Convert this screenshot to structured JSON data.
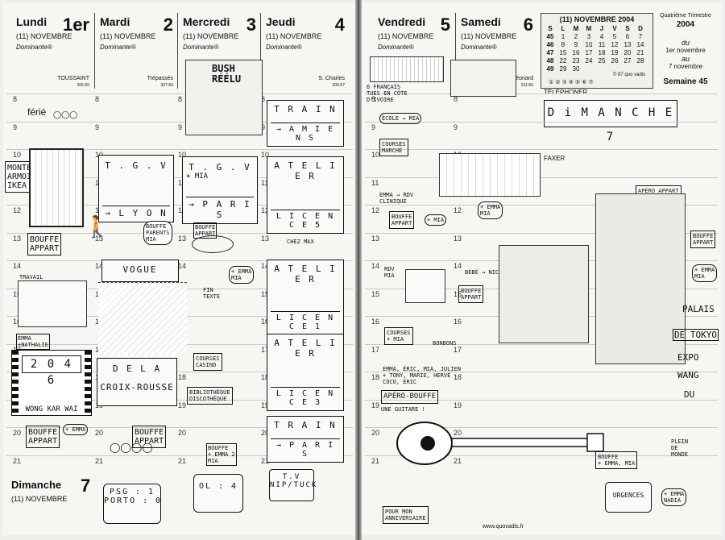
{
  "left": {
    "days": [
      {
        "name": "Lundi",
        "num": "1er",
        "month": "(11) NOVEMBRE",
        "dominante": "Dominante®",
        "saint": "TOUSSAINT",
        "code": "306-60"
      },
      {
        "name": "Mardi",
        "num": "2",
        "month": "(11) NOVEMBRE",
        "dominante": "Dominante®",
        "saint": "Trépassés",
        "code": "307-59"
      },
      {
        "name": "Mercredi",
        "num": "3",
        "month": "(11) NOVEMBRE",
        "dominante": "Dominante®",
        "saint": "",
        "code": ""
      },
      {
        "name": "Jeudi",
        "num": "4",
        "month": "(11) NOVEMBRE",
        "dominante": "Dominante®",
        "saint": "S. Charles",
        "code": "309-57"
      }
    ],
    "ferie": "férié",
    "sunday": {
      "name": "Dimanche",
      "num": "7",
      "month": "(11) NOVEMBRE"
    },
    "notes": {
      "monter": "MONTER\nARMOIRE\nIKEA",
      "bouffe1": "BOUFFE\nAPPART",
      "travail": "TRAVAIL",
      "emma": "EMMA\n+NATHALIE",
      "film": "2 0 4 6",
      "wong": "WONG KAR WAI",
      "bouffe2": "BOUFFE\nAPPART",
      "plusemma": "+ EMMA",
      "tgv1": "T . G . V",
      "lyon": "→ L Y O N",
      "bouffe_parents": "BOUFFE\nPARENTS\nMIA",
      "vogue": "VOGUE",
      "de_la": "D E   L A",
      "croix": "CROIX-ROUSSE",
      "bouffe_appart": "BOUFFE\nAPPART",
      "bush": "BUSH\nRÉÉLU",
      "tgv2": "T . G . V",
      "mia": "+ MIA",
      "paris1": "→ P A R I S",
      "bouffe3": "BOUFFE\nAPPART",
      "emma_mia": "+ EMMA\nMIA",
      "fin_texte": "FIN\nTEXTE",
      "courses_casino": "COURSES\nCASINO",
      "biblio": "BIBLIOTHÈQUE\nDISCOTHÈQUE",
      "bouffe_emma2": "BOUFFE\n+ EMMA 2\nMIA",
      "train1": "T R A I N",
      "amiens": "→ A M I E N S",
      "atelier1": "A T E L I E R",
      "licence5": "L I C E N C E  5",
      "chez_max": "CHEZ MAX",
      "atelier2": "A T E L I E R",
      "licence1": "L I C E N C E  1",
      "atelier3": "A T E L I E R",
      "licence3": "L I C E N C E  3",
      "train2": "T R A I N",
      "paris2": "→ P A R I S",
      "psg": "PSG : 1\nPORTO : 0",
      "ol": "OL : 4",
      "tv": "T.V\nNIP/TUCK"
    },
    "hours": [
      "8",
      "9",
      "10",
      "11",
      "12",
      "13",
      "14",
      "15",
      "16",
      "17",
      "18",
      "19",
      "20",
      "21"
    ]
  },
  "right": {
    "days": [
      {
        "name": "Vendredi",
        "num": "5",
        "month": "(11) NOVEMBRE",
        "dominante": "Dominante®"
      },
      {
        "name": "Samedi",
        "num": "6",
        "month": "(11) NOVEMBRE",
        "dominante": "Dominante®",
        "saint": "Léonard",
        "code": "311-55"
      }
    ],
    "calendar": {
      "title": "(11) NOVEMBRE 2004",
      "head": [
        "S",
        "L",
        "M",
        "M",
        "J",
        "V",
        "S",
        "D"
      ],
      "rows": [
        [
          "45",
          "1",
          "2",
          "3",
          "4",
          "5",
          "6",
          "7"
        ],
        [
          "46",
          "8",
          "9",
          "10",
          "11",
          "12",
          "13",
          "14"
        ],
        [
          "47",
          "15",
          "16",
          "17",
          "18",
          "19",
          "20",
          "21"
        ],
        [
          "48",
          "22",
          "23",
          "24",
          "25",
          "26",
          "27",
          "28"
        ],
        [
          "49",
          "29",
          "30",
          "",
          "",
          "",
          "",
          ""
        ]
      ],
      "moons": "① ② ③ ④ ⑤ ⑥ ⑦",
      "copyright": "© 87 quo vadis"
    },
    "trimestre": "Quatrième Trimestre",
    "year": "2004",
    "du": "du",
    "du_date": "1er novembre",
    "au": "au",
    "au_date": "7 novembre",
    "semaine": "Semaine 45",
    "telephoner": "TÉLÉPHONER",
    "faxer": "FAXER",
    "dimanche7": "D i M A N C H E   7",
    "notes": {
      "francais": "6 FRANÇAIS\nTUÉS EN CÔTE\nD'IVOIRE",
      "ecole": "ÉCOLE → MIA",
      "courses_marche": "COURSES\nMARCHÉ",
      "emma_rdv": "EMMA → RDV\nCLINIQUE",
      "bouffe_appart": "BOUFFE\nAPPART",
      "mia": "+ MIA",
      "emma_mia": "+ EMMA\nMIA",
      "rdv_mia": "RDV\nMIA",
      "bebe": "BÉBÉ → NICOLE",
      "bouffe2": "BOUFFE\nAPPART",
      "courses_mia": "COURSES\n+ MIA",
      "bonbons": "BONBONS",
      "emma_list": "EMMA, ÉRIC, MIA, JULIEN\n+ TONY, MARIE, HERVÉ\nCOCO, ÉRIC",
      "apero_bouffe": "APÉRO-BOUFFE",
      "guitare": "UNE GUITARE !",
      "anniv": "POUR MON\nANNIVERSAIRE",
      "apero_appart": "APÉRO APPART\n+ JEAN K.\nRENÉE",
      "bouffe_appart2": "BOUFFE\nAPPART",
      "emma_mia2": "+ EMMA\nMIA",
      "palais": "PALAIS",
      "de_tokyo": "DE TOKYO",
      "expo": "EXPO",
      "wang": "WANG",
      "du": "DU",
      "bouffe_emma": "BOUFFE\n+ EMMA, MIA",
      "urgences": "URGENCES",
      "emma_nadia": "+ EMMA\nNADIA",
      "plein": "PLEIN\nDE\nMONDE"
    },
    "hours": [
      "8",
      "9",
      "10",
      "11",
      "12",
      "13",
      "14",
      "15",
      "16",
      "17",
      "18",
      "19",
      "20",
      "21"
    ]
  },
  "footer": {
    "url": "www.quovadis.fr"
  }
}
